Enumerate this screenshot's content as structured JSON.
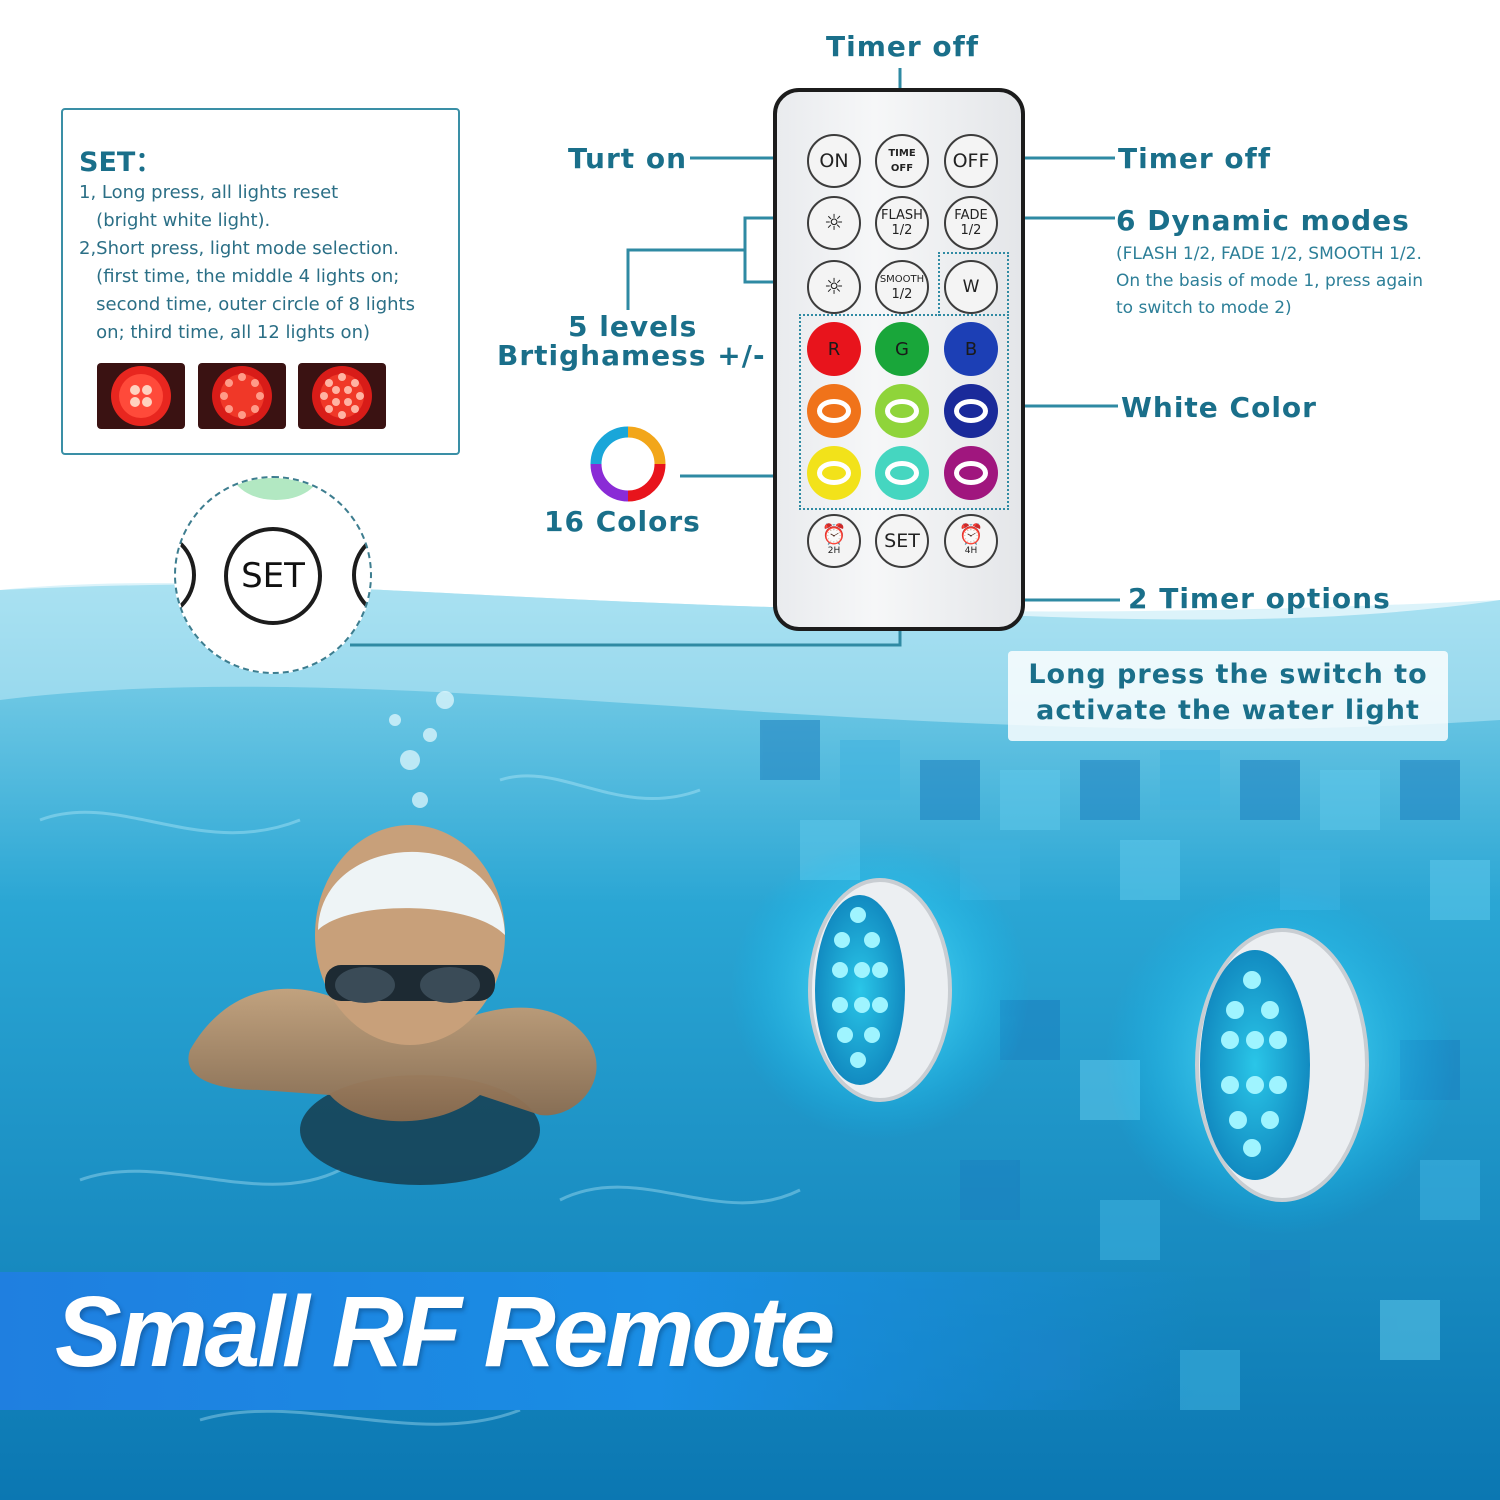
{
  "labels": {
    "timer_off_top": "Timer off",
    "turn_on": "Turt on",
    "timer_off_right": "Timer off",
    "dynamic_modes": "6 Dynamic modes",
    "dynamic_modes_desc_1": "(FLASH 1/2, FADE 1/2, SMOOTH 1/2.",
    "dynamic_modes_desc_2": "On the basis of mode 1, press again",
    "dynamic_modes_desc_3": "to switch to mode 2)",
    "brightness_1": "5 levels",
    "brightness_2": "Brtighamess +/-",
    "white_color": "White Color",
    "colors_16": "16 Colors",
    "timer_options": "2 Timer options"
  },
  "set_panel": {
    "title": "SET：",
    "lines": [
      "1, Long press, all lights reset",
      "   (bright white light).",
      "2,Short press, light mode selection.",
      "   (first time, the middle 4 lights on;",
      "   second time, outer circle of 8 lights",
      "   on; third time, all 12 lights on)"
    ]
  },
  "remote": {
    "on": "ON",
    "time_off": "TIME OFF",
    "off": "OFF",
    "flash_1": "FLASH",
    "flash_2": "1/2",
    "fade_1": "FADE",
    "fade_2": "1/2",
    "smooth_1": "SMOOTH",
    "smooth_2": "1/2",
    "w": "W",
    "r": "R",
    "g": "G",
    "b": "B",
    "set": "SET",
    "timer_2h": "2H",
    "timer_4h": "4H"
  },
  "zoom": {
    "set": "SET"
  },
  "note": {
    "line1": "Long press the switch to",
    "line2": "activate the water light"
  },
  "banner": {
    "title": "Small RF Remote"
  },
  "colors": {
    "accent": "#1a6f8a",
    "line": "#2f8aa3",
    "red": "#e8141c",
    "green": "#19a63a",
    "blue": "#1c3fb5",
    "orange": "#f0731a",
    "lime": "#8fd43a",
    "navy": "#1a2a9a",
    "yellow": "#f2e21a",
    "teal": "#45d6c0",
    "purple": "#a0167e"
  }
}
